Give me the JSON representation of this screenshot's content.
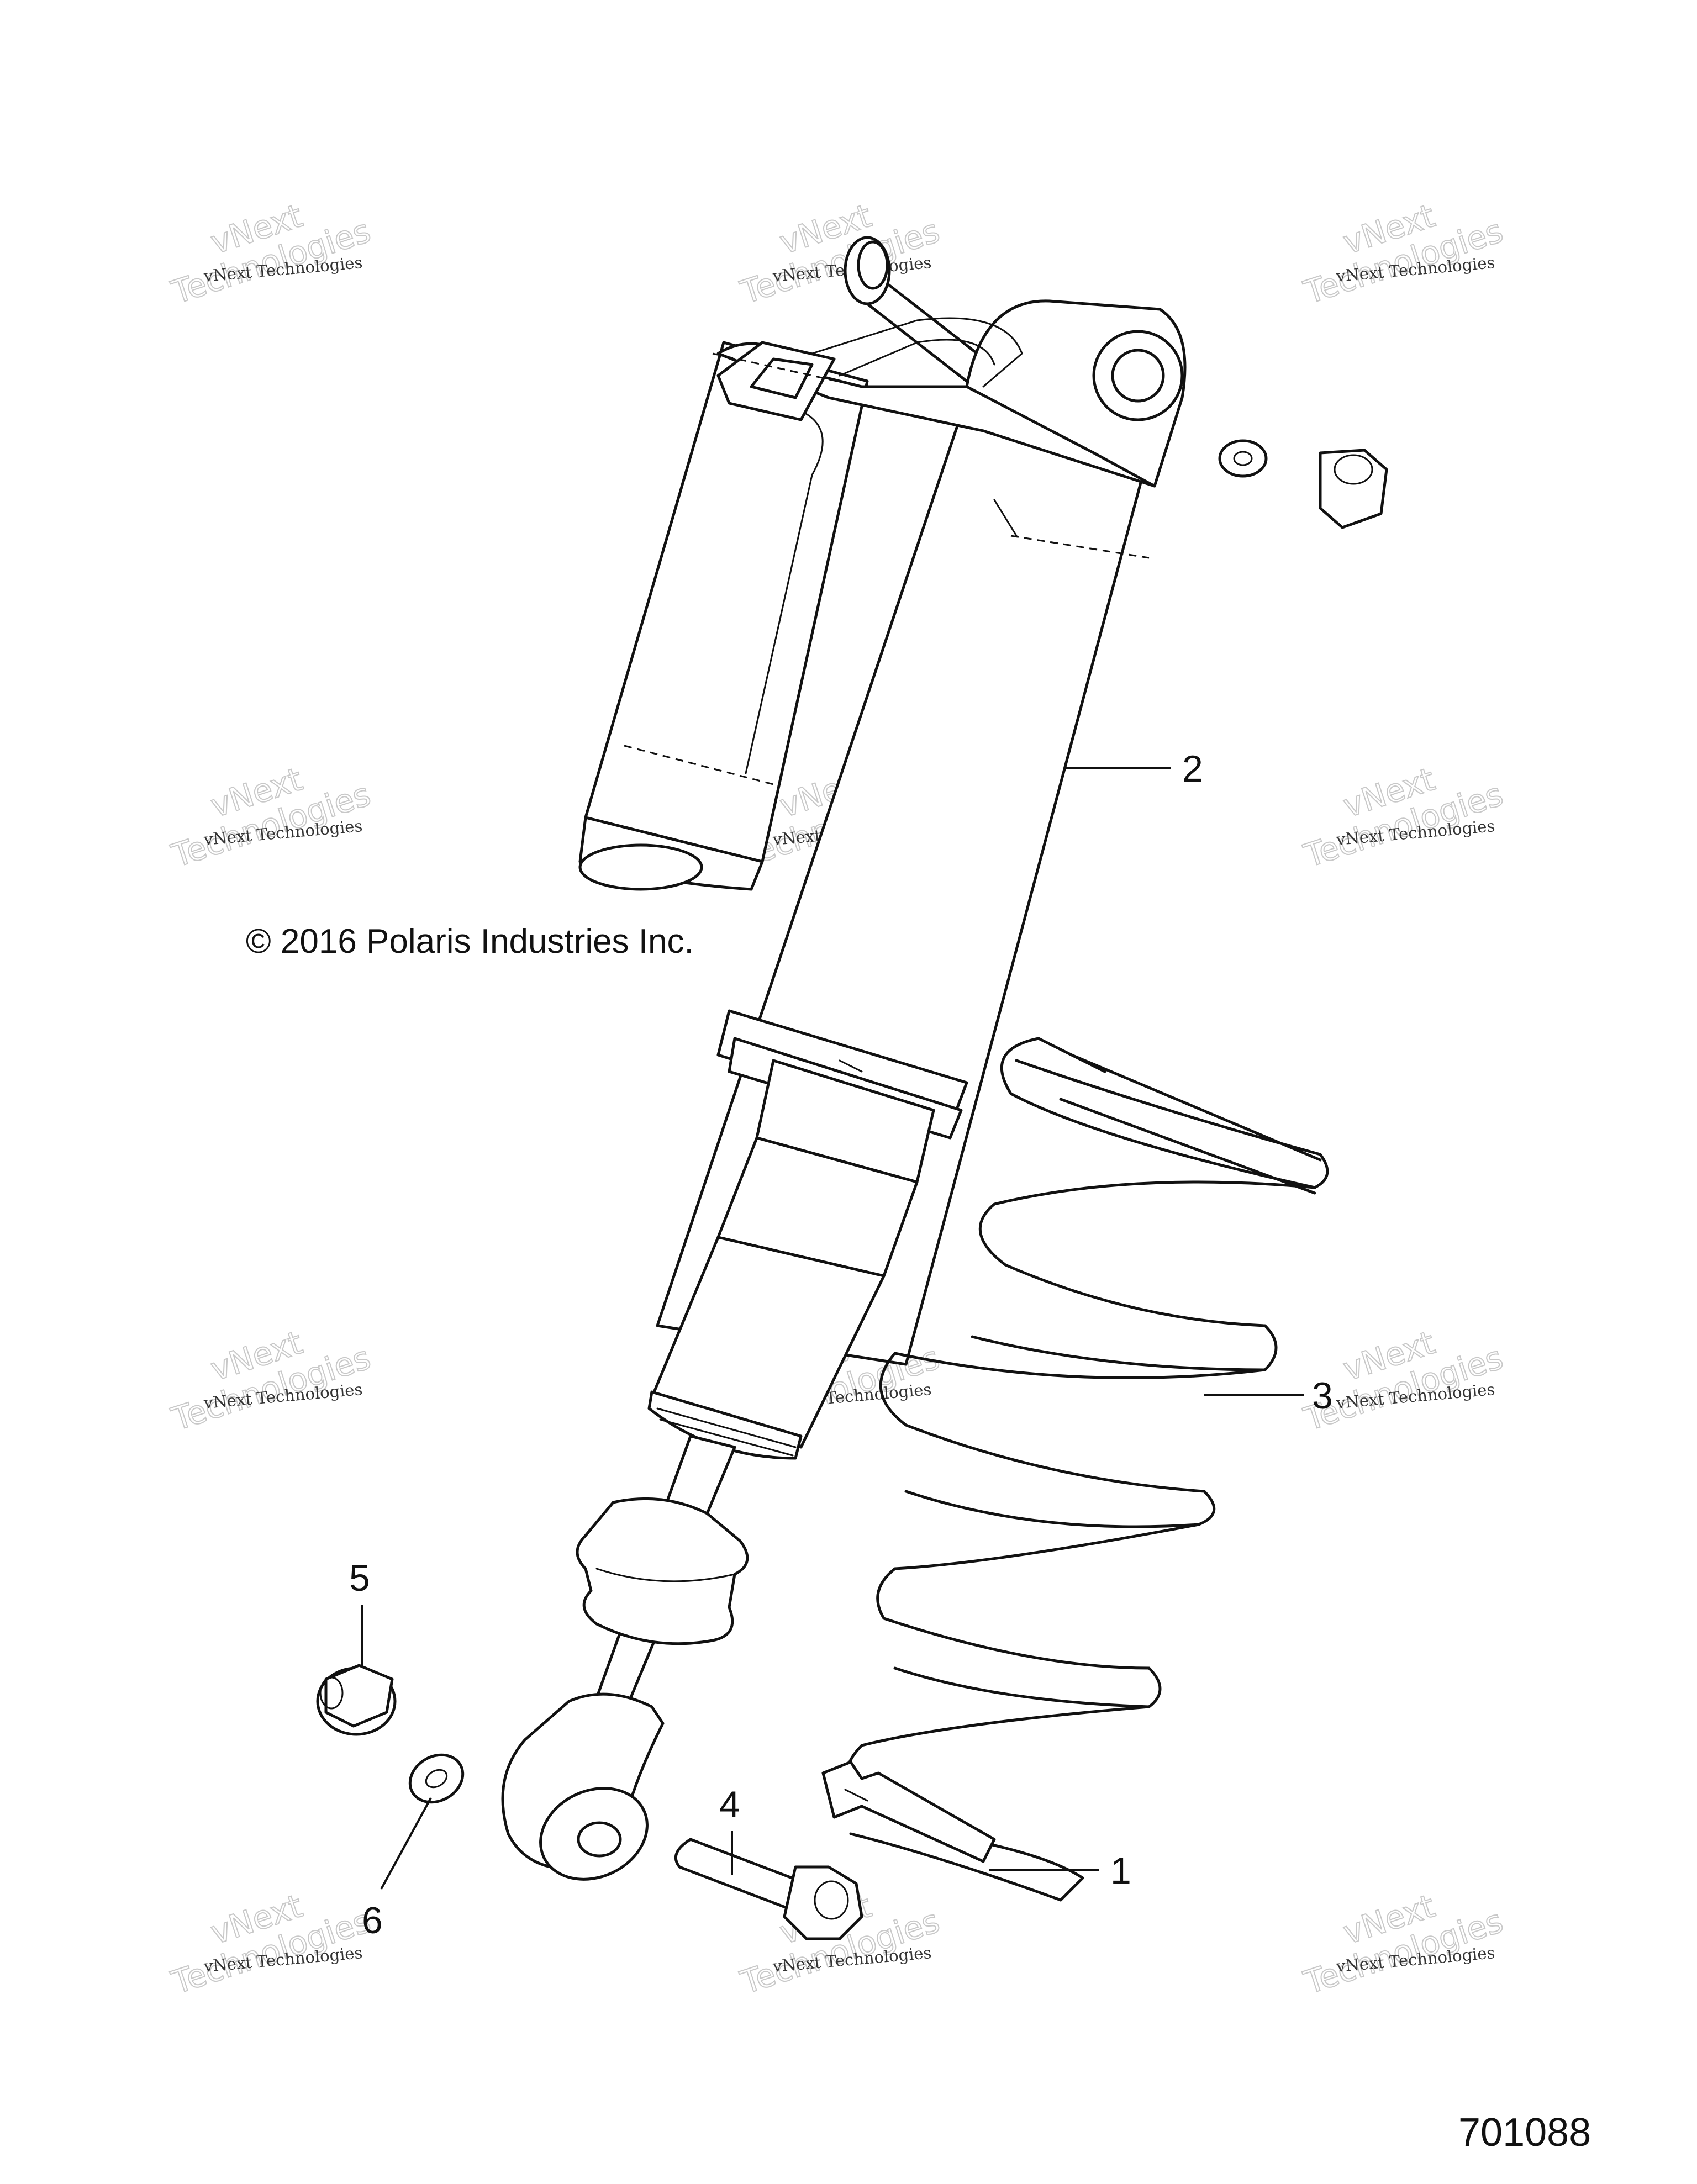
{
  "diagram": {
    "copyright": "© 2016 Polaris Industries Inc.",
    "drawing_number": "701088",
    "callouts": [
      {
        "id": "1",
        "label": "1"
      },
      {
        "id": "2",
        "label": "2"
      },
      {
        "id": "3",
        "label": "3"
      },
      {
        "id": "4",
        "label": "4"
      },
      {
        "id": "5",
        "label": "5"
      },
      {
        "id": "6",
        "label": "6"
      }
    ],
    "watermark": {
      "line1": "vNext Technologies",
      "line2": "vNext",
      "line3": "Technologies"
    }
  }
}
